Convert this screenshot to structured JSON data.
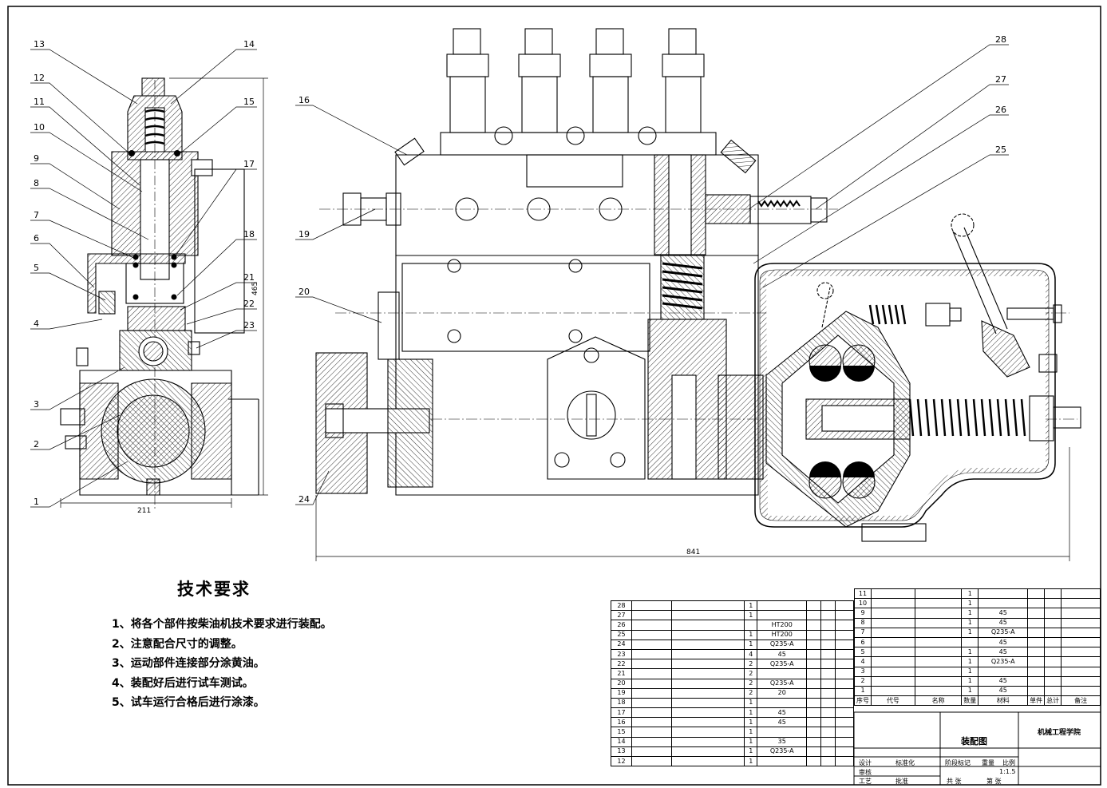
{
  "drawing": {
    "title_block": {
      "drawing_name": "装配图",
      "organization": "机械工程学院",
      "scale": "1:1.5",
      "header": {
        "seq": "序号",
        "code": "代号",
        "name": "名称",
        "qty": "数量",
        "material": "材料",
        "unit_weight": "单件",
        "total_weight": "总计",
        "weight": "重量",
        "remark": "备注"
      },
      "cells": {
        "design": "设计",
        "check": "审核",
        "process": "工艺",
        "approve": "批准",
        "standardize": "标准化",
        "stage_mark": "阶段标记",
        "weight": "重量",
        "ratio": "比例",
        "sheets": "共 张",
        "sheet_no": "第 张"
      }
    },
    "dimensions": {
      "left_width": "211",
      "left_height": "465",
      "main_length": "841"
    },
    "left_callouts": [
      "13",
      "12",
      "11",
      "10",
      "9",
      "8",
      "7",
      "6",
      "5",
      "4",
      "3",
      "2",
      "1"
    ],
    "left_mid_callouts": [
      "14",
      "15",
      "17",
      "18",
      "21",
      "22",
      "23"
    ],
    "main_left_callouts": [
      "16",
      "19",
      "20",
      "24"
    ],
    "main_right_callouts": [
      "28",
      "27",
      "26",
      "25"
    ]
  },
  "tech_requirements": {
    "title": "技术要求",
    "items": [
      "1、将各个部件按柴油机技术要求进行装配。",
      "2、注意配合尺寸的调整。",
      "3、运动部件连接部分涂黄油。",
      "4、装配好后进行试车测试。",
      "5、试车运行合格后进行涂漆。"
    ]
  },
  "bom_left": [
    {
      "no": "28",
      "code": "",
      "name": "",
      "qty": "1",
      "material": "",
      "remark": ""
    },
    {
      "no": "27",
      "code": "",
      "name": "",
      "qty": "1",
      "material": "",
      "remark": ""
    },
    {
      "no": "26",
      "code": "",
      "name": "",
      "qty": "",
      "material": "HT200",
      "remark": ""
    },
    {
      "no": "25",
      "code": "",
      "name": "",
      "qty": "1",
      "material": "HT200",
      "remark": ""
    },
    {
      "no": "24",
      "code": "",
      "name": "",
      "qty": "1",
      "material": "Q235-A",
      "remark": ""
    },
    {
      "no": "23",
      "code": "",
      "name": "",
      "qty": "4",
      "material": "45",
      "remark": ""
    },
    {
      "no": "22",
      "code": "",
      "name": "",
      "qty": "2",
      "material": "Q235-A",
      "remark": ""
    },
    {
      "no": "21",
      "code": "",
      "name": "",
      "qty": "2",
      "material": "",
      "remark": ""
    },
    {
      "no": "20",
      "code": "",
      "name": "",
      "qty": "2",
      "material": "Q235-A",
      "remark": ""
    },
    {
      "no": "19",
      "code": "",
      "name": "",
      "qty": "2",
      "material": "20",
      "remark": ""
    },
    {
      "no": "18",
      "code": "",
      "name": "",
      "qty": "1",
      "material": "",
      "remark": ""
    },
    {
      "no": "17",
      "code": "",
      "name": "",
      "qty": "1",
      "material": "45",
      "remark": ""
    },
    {
      "no": "16",
      "code": "",
      "name": "",
      "qty": "1",
      "material": "45",
      "remark": ""
    },
    {
      "no": "15",
      "code": "",
      "name": "",
      "qty": "1",
      "material": "",
      "remark": ""
    },
    {
      "no": "14",
      "code": "",
      "name": "",
      "qty": "1",
      "material": "35",
      "remark": ""
    },
    {
      "no": "13",
      "code": "",
      "name": "",
      "qty": "1",
      "material": "Q235-A",
      "remark": ""
    },
    {
      "no": "12",
      "code": "",
      "name": "",
      "qty": "1",
      "material": "",
      "remark": ""
    }
  ],
  "bom_right": [
    {
      "no": "11",
      "code": "",
      "name": "",
      "qty": "1",
      "material": "",
      "remark": ""
    },
    {
      "no": "10",
      "code": "",
      "name": "",
      "qty": "1",
      "material": "",
      "remark": ""
    },
    {
      "no": "9",
      "code": "",
      "name": "",
      "qty": "1",
      "material": "45",
      "remark": ""
    },
    {
      "no": "8",
      "code": "",
      "name": "",
      "qty": "1",
      "material": "45",
      "remark": ""
    },
    {
      "no": "7",
      "code": "",
      "name": "",
      "qty": "1",
      "material": "Q235-A",
      "remark": ""
    },
    {
      "no": "6",
      "code": "",
      "name": "",
      "qty": "",
      "material": "45",
      "remark": ""
    },
    {
      "no": "5",
      "code": "",
      "name": "",
      "qty": "1",
      "material": "45",
      "remark": ""
    },
    {
      "no": "4",
      "code": "",
      "name": "",
      "qty": "1",
      "material": "Q235-A",
      "remark": ""
    },
    {
      "no": "3",
      "code": "",
      "name": "",
      "qty": "1",
      "material": "",
      "remark": ""
    },
    {
      "no": "2",
      "code": "",
      "name": "",
      "qty": "1",
      "material": "45",
      "remark": ""
    },
    {
      "no": "1",
      "code": "",
      "name": "",
      "qty": "1",
      "material": "45",
      "remark": ""
    }
  ],
  "colors": {
    "line": "#000000",
    "hatch": "#000000",
    "paper": "#ffffff"
  }
}
